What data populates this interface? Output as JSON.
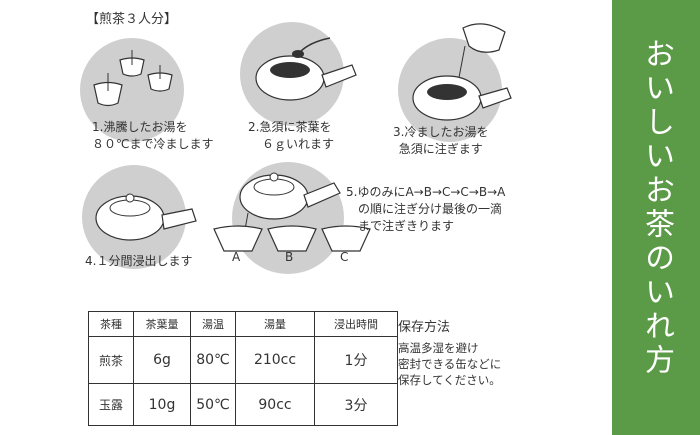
{
  "title": "【煎茶３人分】",
  "steps": [
    {
      "line1": "1.沸騰したお湯を",
      "line2": "８０℃まで冷まします"
    },
    {
      "line1": "2.急須に茶葉を",
      "line2": "６ｇいれます"
    },
    {
      "line1": "3.冷ましたお湯を",
      "line2": "急須に注ぎます"
    },
    {
      "line1": "4.１分間浸出します"
    },
    {
      "line1": "5.ゆのみにA→B→C→C→B→A",
      "line2": "の順に注ぎ分け最後の一滴",
      "line3": "まで注ぎきります"
    }
  ],
  "cups": [
    "A",
    "B",
    "C"
  ],
  "table": {
    "headers": [
      "茶種",
      "茶葉量",
      "湯温",
      "湯量",
      "浸出時間"
    ],
    "rows": [
      [
        "煎茶",
        "6g",
        "80℃",
        "210cc",
        "1分"
      ],
      [
        "玉露",
        "10g",
        "50℃",
        "90cc",
        "3分"
      ]
    ]
  },
  "storage": {
    "heading": "保存方法",
    "lines": [
      "高温多湿を避け",
      "密封できる缶などに",
      "保存してください。"
    ]
  },
  "side_title": "おいしいお茶のいれ方",
  "colors": {
    "panel": "#5b9a47",
    "circle": "#cfcfcf"
  }
}
